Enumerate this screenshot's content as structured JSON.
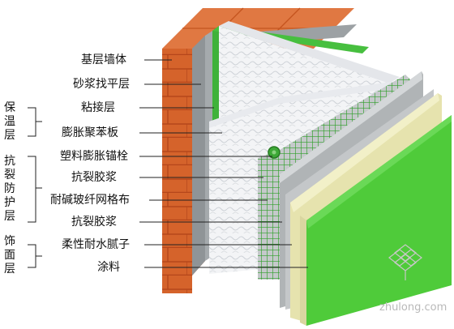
{
  "labels": [
    "基层墙体",
    "砂浆找平层",
    "粘接层",
    "膨胀聚苯板",
    "塑料膨胀锚栓",
    "抗裂胶浆",
    "耐碱玻纤网格布",
    "抗裂胶浆",
    "柔性耐水腻子",
    "涂料"
  ],
  "groups": [
    "保温层",
    "抗裂防护层",
    "饰面层"
  ],
  "watermark": "zhulong.com",
  "colors": {
    "brick": "#d5632b",
    "brick_mortar": "#b8471c",
    "mortar_layer": "#8f9497",
    "adhesive": "#3fb23a",
    "eps_board": "#f1f2f4",
    "mesh_mortar": "#c7cacc",
    "mesh": "#2fa02a",
    "putty": "#b9babb",
    "paint_cream": "#eae7b4",
    "finish_green": "#4fcb3a"
  }
}
